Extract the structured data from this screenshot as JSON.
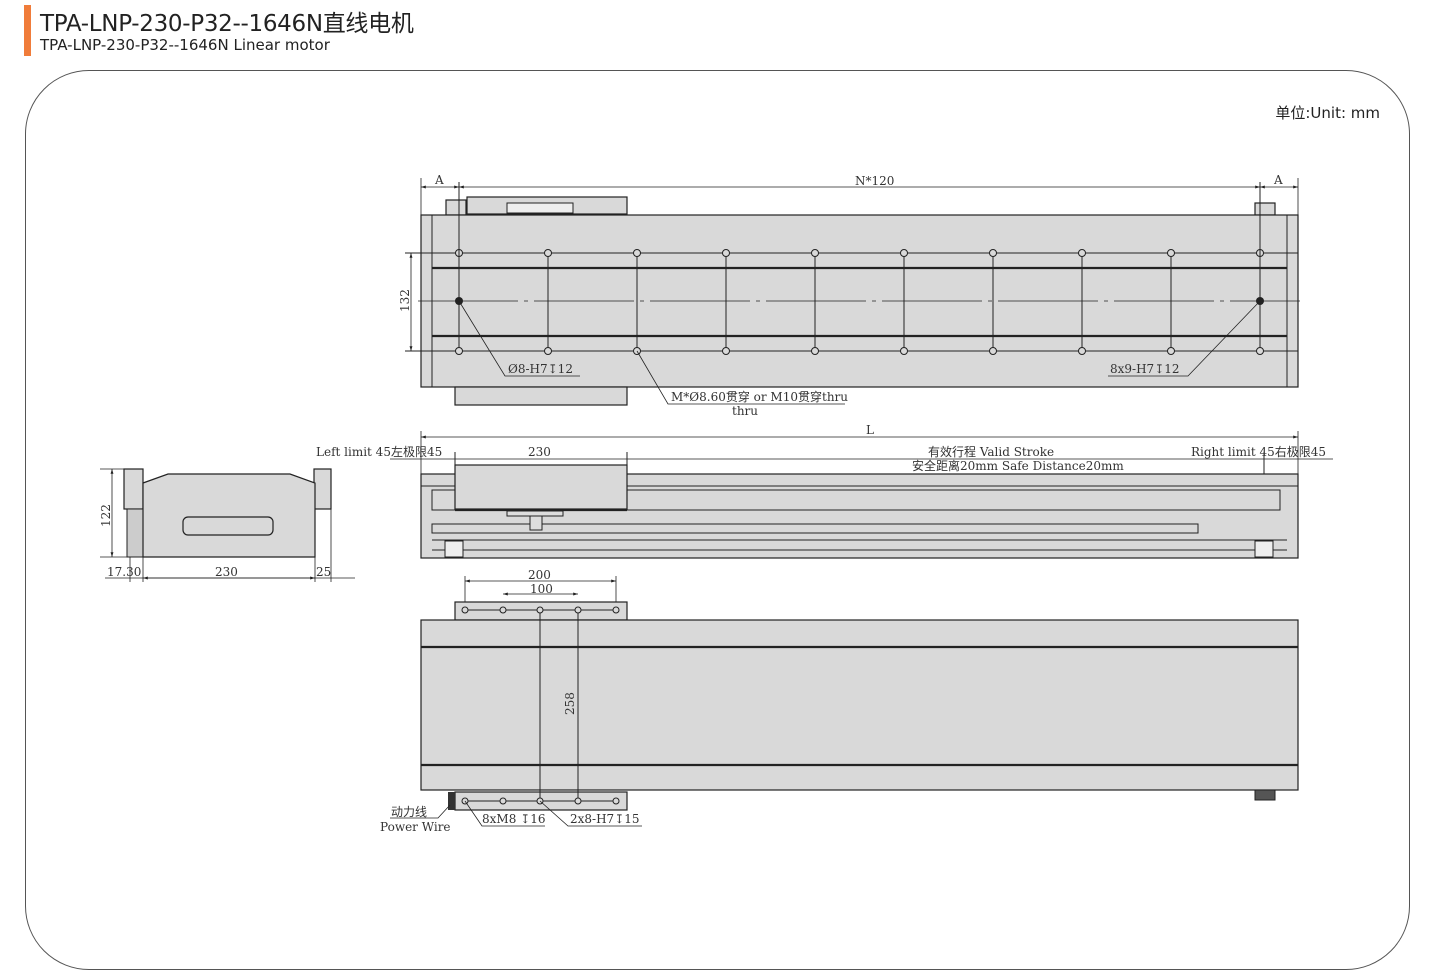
{
  "header": {
    "title": "TPA-LNP-230-P32--1646N直线电机",
    "subtitle": "TPA-LNP-230-P32--1646N Linear motor",
    "accent_color": "#f07c3a"
  },
  "unit_label": "单位:Unit: mm",
  "top_view": {
    "dim_a_left": "A",
    "dim_a_right": "A",
    "dim_pitch": "N*120",
    "dim_width": "132",
    "callout_pin_left": "Ø8-H7↧12",
    "callout_pin_right": "8x9-H7↧12",
    "callout_thru": "M*Ø8.60贯穿 or M10贯穿thru",
    "callout_thru_sub": "thru"
  },
  "side_view": {
    "dim_length": "L",
    "left_limit": "Left limit 45左极限45",
    "right_limit": "Right limit 45右极限45",
    "carriage_length": "230",
    "valid_stroke": "有效行程 Valid Stroke",
    "safe_distance": "安全距离20mm Safe Distance20mm"
  },
  "end_view": {
    "height": "122",
    "dim_left": "17.30",
    "dim_width": "230",
    "dim_right": "25"
  },
  "bottom_view": {
    "dim_200": "200",
    "dim_100": "100",
    "dim_258": "258",
    "power_wire_cn": "动力线",
    "power_wire_en": "Power Wire",
    "callout_m8": "8xM8 ↧16",
    "callout_pin": "2x8-H7↧15"
  }
}
